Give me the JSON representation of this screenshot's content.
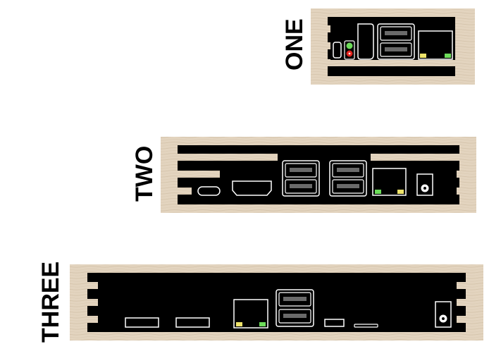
{
  "cases": [
    {
      "label": "ONE"
    },
    {
      "label": "TWO"
    },
    {
      "label": "THREE"
    }
  ],
  "colors": {
    "wood": "#e3d4bf",
    "wood_dark": "#cdbba2",
    "panel": "#000000",
    "port_outline": "#ffffff",
    "port_slot": "#6a6a6a",
    "led_green": "#6ddc5a",
    "led_yellow": "#eee36a",
    "led_red": "#e0221c",
    "background": "#ffffff"
  }
}
